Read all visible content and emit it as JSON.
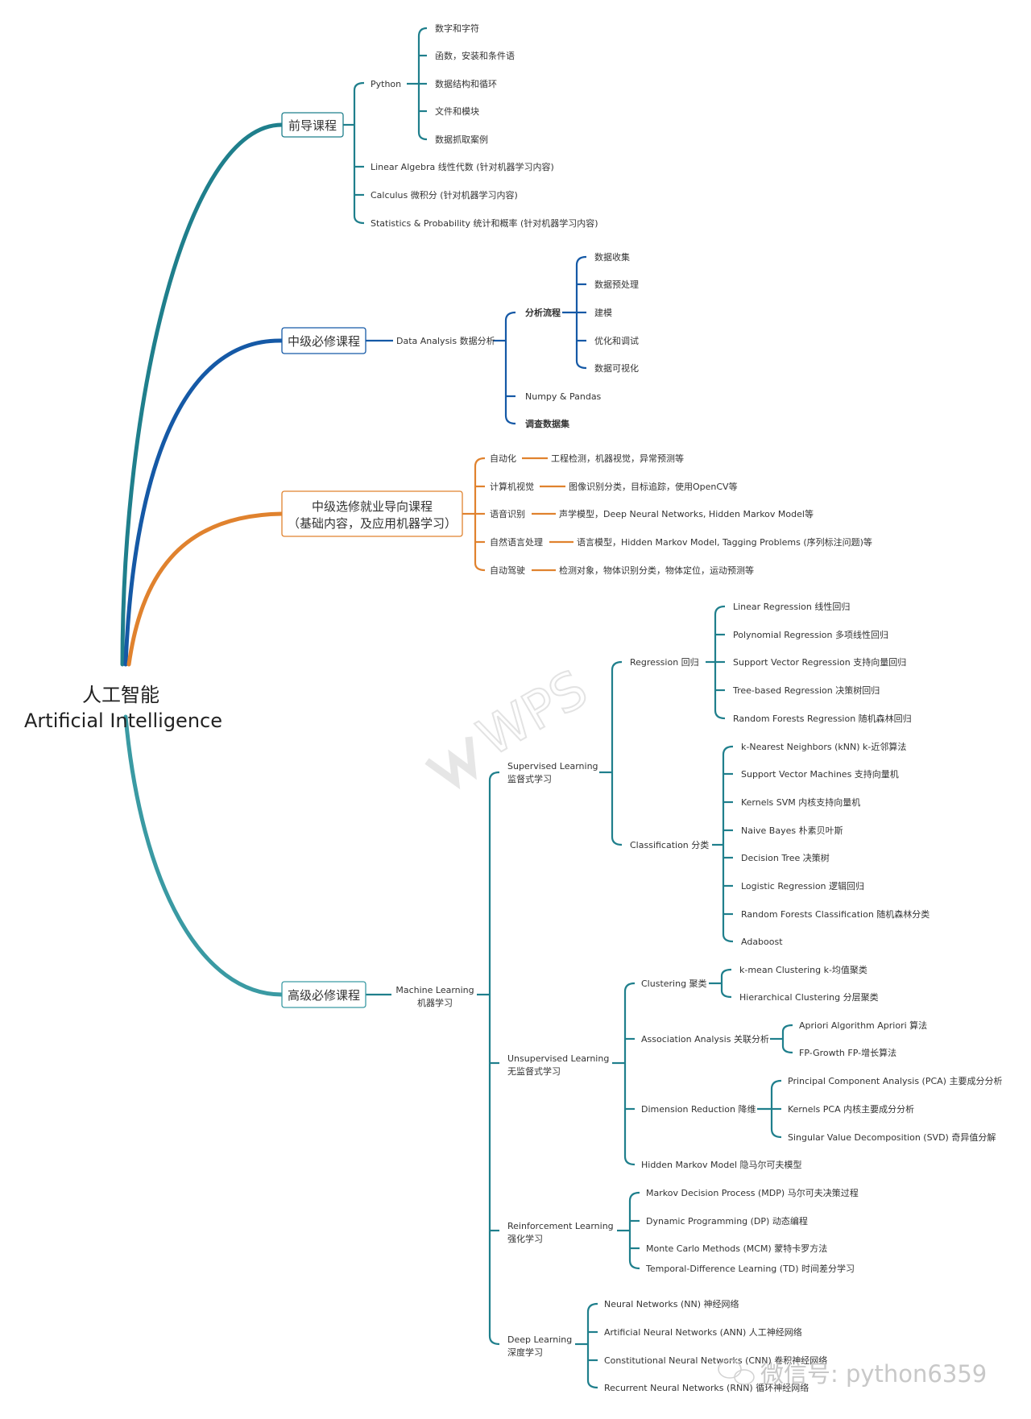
{
  "root": {
    "title_cn": "人工智能",
    "title_en": "Artificial Intelligence"
  },
  "colors": {
    "teal": "#1f7f8c",
    "blue": "#1559a6",
    "orange": "#e0822e",
    "lightteal": "#3a9aa3"
  },
  "icons": {
    "watermark_logo": "wechat-icon",
    "background_watermark": "wps-logo"
  },
  "watermark": {
    "text": "微信号: python6359"
  },
  "branches": {
    "prereq": {
      "label": "前导课程",
      "python": {
        "label": "Python",
        "items": [
          "数字和字符",
          "函数，安装和条件语",
          "数据结构和循环",
          "文件和模块",
          "数据抓取案例"
        ]
      },
      "others": [
        "Linear Algebra 线性代数 (针对机器学习内容)",
        "Calculus 微积分 (针对机器学习内容)",
        "Statistics & Probability 统计和概率 (针对机器学习内容)"
      ]
    },
    "intermediate": {
      "label": "中级必修课程",
      "data_analysis": {
        "label": "Data Analysis 数据分析",
        "flow": {
          "label": "分析流程",
          "items": [
            "数据收集",
            "数据预处理",
            "建模",
            "优化和调试",
            "数据可视化"
          ]
        },
        "numpy": "Numpy & Pandas",
        "survey": "调查数据集"
      }
    },
    "elective": {
      "label_line1": "中级选修就业导向课程",
      "label_line2": "（基础内容，及应用机器学习）",
      "items": [
        {
          "name": "自动化",
          "desc": "工程检测，机器视觉，异常预测等"
        },
        {
          "name": "计算机视觉",
          "desc": "图像识别分类，目标追踪，使用OpenCV等"
        },
        {
          "name": "语音识别",
          "desc": "声学模型，Deep Neural Networks, Hidden Markov Model等"
        },
        {
          "name": "自然语言处理",
          "desc": "语言模型，Hidden Markov Model, Tagging Problems (序列标注问题)等"
        },
        {
          "name": "自动驾驶",
          "desc": "检测对象，物体识别分类，物体定位，运动预测等"
        }
      ]
    },
    "advanced": {
      "label": "高级必修课程",
      "ml": {
        "line1": "Machine Learning",
        "line2": "机器学习",
        "supervised": {
          "line1": "Supervised Learning",
          "line2": "监督式学习",
          "regression": {
            "label": "Regression 回归",
            "items": [
              "Linear Regression 线性回归",
              "Polynomial Regression 多项线性回归",
              "Support Vector Regression 支持向量回归",
              "Tree-based Regression 决策树回归",
              "Random Forests Regression 随机森林回归"
            ]
          },
          "classification": {
            "label": "Classification 分类",
            "items": [
              "k-Nearest Neighbors (kNN) k-近邻算法",
              "Support Vector Machines 支持向量机",
              "Kernels SVM 内核支持向量机",
              "Naive Bayes 朴素贝叶斯",
              "Decision Tree 决策树",
              "Logistic Regression 逻辑回归",
              "Random Forests Classification 随机森林分类",
              "Adaboost"
            ]
          }
        },
        "unsupervised": {
          "line1": "Unsupervised Learning",
          "line2": "无监督式学习",
          "clustering": {
            "label": "Clustering 聚类",
            "items": [
              "k-mean Clustering k-均值聚类",
              "Hierarchical Clustering 分层聚类"
            ]
          },
          "association": {
            "label": "Association Analysis 关联分析",
            "items": [
              "Apriori Algorithm Apriori 算法",
              "FP-Growth FP-增长算法"
            ]
          },
          "dimension": {
            "label": "Dimension Reduction 降维",
            "items": [
              "Principal Component Analysis (PCA) 主要成分分析",
              "Kernels PCA 内核主要成分分析",
              "Singular Value Decomposition (SVD) 奇异值分解"
            ]
          },
          "hmm": "Hidden Markov Model 隐马尔可夫模型"
        },
        "reinforcement": {
          "line1": "Reinforcement Learning",
          "line2": "强化学习",
          "items": [
            "Markov Decision Process (MDP) 马尔可夫决策过程",
            "Dynamic Programming (DP) 动态编程",
            "Monte Carlo Methods (MCM) 蒙特卡罗方法",
            "Temporal-Difference Learning (TD) 时间差分学习"
          ]
        },
        "deep": {
          "line1": "Deep Learning",
          "line2": "深度学习",
          "items": [
            "Neural Networks (NN) 神经网络",
            "Artificial Neural Networks (ANN) 人工神经网络",
            "Constitutional Neural Networks (CNN) 卷积神经网络",
            "Recurrent Neural Networks (RNN) 循环神经网络"
          ]
        }
      }
    }
  }
}
